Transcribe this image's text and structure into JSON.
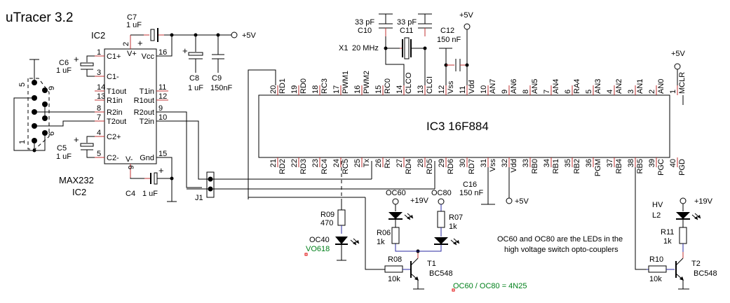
{
  "title": "uTracer 3.2",
  "ic2": {
    "ref": "IC2",
    "part": "MAX232",
    "ref_bottom": "IC2",
    "left_pins": [
      {
        "num": "1",
        "name": "C1+"
      },
      {
        "num": "3",
        "name": "C1-"
      },
      {
        "num": "14",
        "name": "T1out"
      },
      {
        "num": "13",
        "name": "R1in"
      },
      {
        "num": "8",
        "name": "R2in"
      },
      {
        "num": "7",
        "name": "T2out"
      },
      {
        "num": "4",
        "name": "C2+"
      },
      {
        "num": "5",
        "name": "C2-"
      }
    ],
    "right_pins": [
      {
        "num": "16",
        "name": "Vcc"
      },
      {
        "num": "11",
        "name": "T1in"
      },
      {
        "num": "12",
        "name": "R1out"
      },
      {
        "num": "9",
        "name": "R2out"
      },
      {
        "num": "10",
        "name": "T2in"
      },
      {
        "num": "15",
        "name": "Gnd"
      }
    ],
    "top_pin": {
      "num": "2",
      "name": "V+"
    },
    "bottom_pin": {
      "num": "6",
      "name": "V-"
    }
  },
  "connector": {
    "pin_top": "5",
    "pin_right": "9",
    "pin_bottom_right": "6",
    "pin_bottom": "1"
  },
  "capacitors": {
    "c7": {
      "ref": "C7",
      "value": "1 uF"
    },
    "c6": {
      "ref": "C6",
      "value": "1 uF"
    },
    "c5": {
      "ref": "C5",
      "value": "1 uF"
    },
    "c4": {
      "ref": "C4",
      "value": "1 uF"
    },
    "c8": {
      "ref": "C8",
      "value": "1 uF"
    },
    "c9": {
      "ref": "C9",
      "value": "150nF"
    },
    "c10": {
      "ref": "C10",
      "value": "33 pF"
    },
    "c11": {
      "ref": "C11",
      "value": "33 pF"
    },
    "c12": {
      "ref": "C12",
      "value": "150 nF"
    },
    "c16": {
      "ref": "C16",
      "value": "150 nF"
    }
  },
  "crystal": {
    "ref": "X1",
    "value": "20 MHz"
  },
  "supplies": {
    "p5v": "+5V",
    "p19v": "+19V"
  },
  "ic3": {
    "label": "IC3 16F884",
    "top_pins": [
      {
        "num": "20",
        "name": "RD1"
      },
      {
        "num": "19",
        "name": "RD0"
      },
      {
        "num": "18",
        "name": "RC3"
      },
      {
        "num": "17",
        "name": "PWM1"
      },
      {
        "num": "16",
        "name": "PWM2"
      },
      {
        "num": "15",
        "name": "RC0"
      },
      {
        "num": "14",
        "name": "CLCO"
      },
      {
        "num": "13",
        "name": "CLCI"
      },
      {
        "num": "12",
        "name": "Vss"
      },
      {
        "num": "11",
        "name": "Vdd"
      },
      {
        "num": "10",
        "name": "AN7"
      },
      {
        "num": "9",
        "name": "AN6"
      },
      {
        "num": "8",
        "name": "AN5"
      },
      {
        "num": "7",
        "name": "AN4"
      },
      {
        "num": "6",
        "name": "RA4"
      },
      {
        "num": "5",
        "name": "AN3"
      },
      {
        "num": "4",
        "name": "AN2"
      },
      {
        "num": "3",
        "name": "AN1"
      },
      {
        "num": "2",
        "name": "AN0"
      },
      {
        "num": "1",
        "name": "MCLR"
      }
    ],
    "bottom_pins": [
      {
        "num": "21",
        "name": "RD2"
      },
      {
        "num": "22",
        "name": "RD3"
      },
      {
        "num": "23",
        "name": "RC4"
      },
      {
        "num": "24",
        "name": "RC5"
      },
      {
        "num": "25",
        "name": "Tx"
      },
      {
        "num": "26",
        "name": "Rx"
      },
      {
        "num": "27",
        "name": "RD4"
      },
      {
        "num": "28",
        "name": "RD5"
      },
      {
        "num": "29",
        "name": "RD6"
      },
      {
        "num": "30",
        "name": "RD7"
      },
      {
        "num": "31",
        "name": "Vss"
      },
      {
        "num": "32",
        "name": "Vdd"
      },
      {
        "num": "33",
        "name": "RB0"
      },
      {
        "num": "34",
        "name": "RB1"
      },
      {
        "num": "35",
        "name": "RB2"
      },
      {
        "num": "36",
        "name": "PGM"
      },
      {
        "num": "37",
        "name": "RB4"
      },
      {
        "num": "38",
        "name": "RB5"
      },
      {
        "num": "39",
        "name": "PGC"
      },
      {
        "num": "40",
        "name": "PGD"
      }
    ]
  },
  "jumper": {
    "ref": "J1"
  },
  "resistors": {
    "r09": {
      "ref": "R09",
      "value": "470"
    },
    "r06": {
      "ref": "R06",
      "value": "1k"
    },
    "r07": {
      "ref": "R07",
      "value": "1k"
    },
    "r08": {
      "ref": "R08",
      "value": "10k"
    },
    "r10": {
      "ref": "R10",
      "value": "10k"
    },
    "r11": {
      "ref": "R11",
      "value": "1k"
    }
  },
  "leds": {
    "oc40": {
      "ref": "OC40",
      "part": "VO618"
    },
    "oc60": {
      "ref": "OC60"
    },
    "oc80": {
      "ref": "OC80"
    },
    "hv": {
      "ref": "HV",
      "sub": "L2"
    }
  },
  "transistors": {
    "t1": {
      "ref": "T1",
      "part": "BC548"
    },
    "t2": {
      "ref": "T2",
      "part": "BC548"
    }
  },
  "notes": {
    "line1": "OC60 and OC80 are the LEDs in the",
    "line2": "high voltage switch opto-couplers",
    "part_note": "OC60 / OC80 = 4N25"
  }
}
